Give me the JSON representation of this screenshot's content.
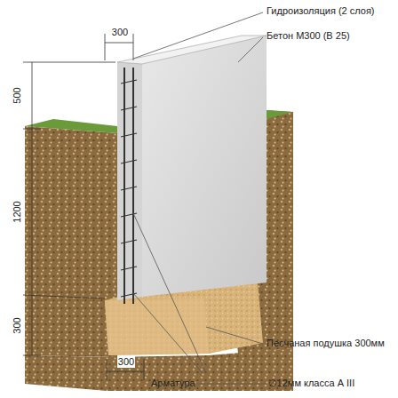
{
  "diagram": {
    "labels": [
      "300",
      "Гидроизоляция (2 слоя)",
      "Бетон М300 (В 25)",
      "500",
      "1200",
      "300",
      "Песчаная подушка 300мм",
      "300",
      "Арматура",
      "∅12мм класса А III"
    ]
  }
}
